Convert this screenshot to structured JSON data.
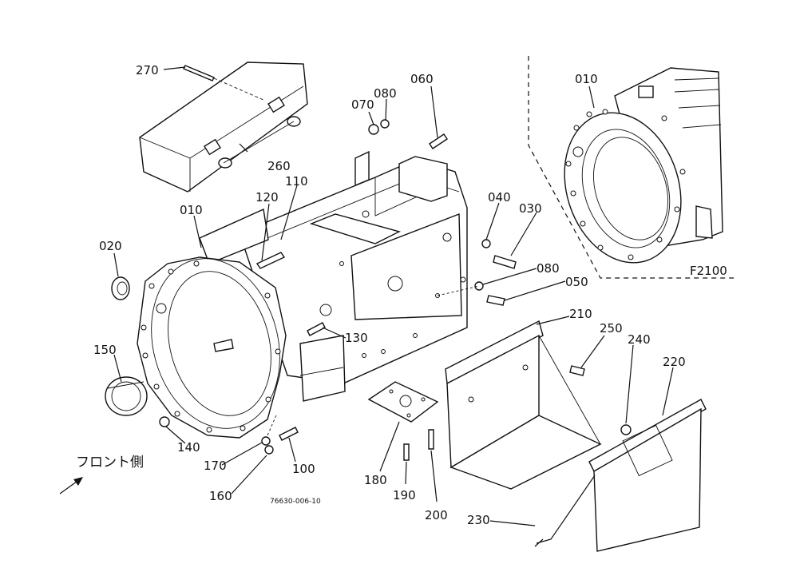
{
  "diagram": {
    "figure_code": "76630-006-10",
    "direction_label": "フロント側",
    "inset_label": "F2100",
    "callouts": {
      "c270": "270",
      "c260": "260",
      "c070": "070",
      "c080a": "080",
      "c060": "060",
      "c010a": "010",
      "c120": "120",
      "c110": "110",
      "c020": "020",
      "c010b": "010",
      "c040": "040",
      "c030": "030",
      "c080b": "080",
      "c050": "050",
      "c210": "210",
      "c250": "250",
      "c240": "240",
      "c220": "220",
      "c130": "130",
      "c150": "150",
      "c140": "140",
      "c170": "170",
      "c100": "100",
      "c160": "160",
      "c180": "180",
      "c190": "190",
      "c200": "200",
      "c230": "230"
    }
  }
}
